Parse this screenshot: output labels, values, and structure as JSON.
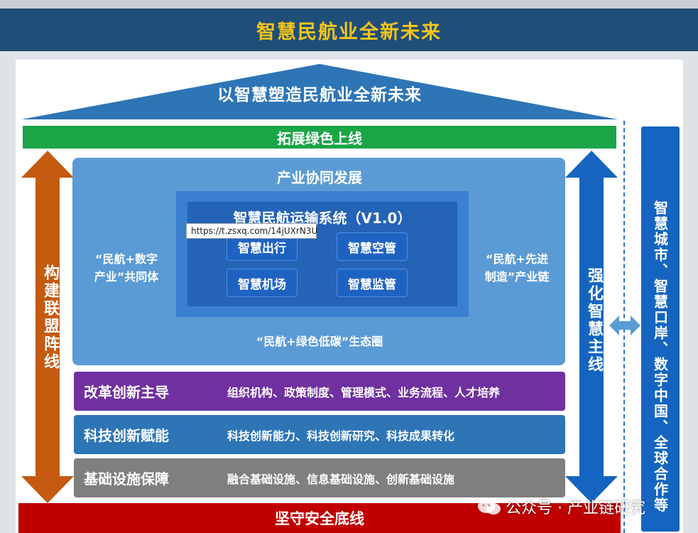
{
  "header": {
    "title": "智慧民航业全新未来"
  },
  "roof": {
    "text": "以智慧塑造民航业全新未来"
  },
  "green_bar": {
    "text": "拓展绿色上线"
  },
  "left_arrow": {
    "text": "构建联盟阵线"
  },
  "right_arrow": {
    "text": "强化智慧主线"
  },
  "cluster": {
    "title": "产业协同发展",
    "left_note": [
      "“民航+数字",
      "产业”共同体"
    ],
    "right_note": [
      "“民航+先进",
      "制造”产业链"
    ],
    "bottom_note": "“民航+绿色低碳”生态圈"
  },
  "system": {
    "title": "智慧民航运输系统（V1.0）",
    "modules": [
      "智慧出行",
      "智慧空管",
      "智慧机场",
      "智慧监管"
    ]
  },
  "rows": [
    {
      "title": "改革创新主导",
      "desc": "组织机构、政策制度、管理模式、业务流程、人才培养",
      "color": "#7030a0"
    },
    {
      "title": "科技创新赋能",
      "desc": "科技创新能力、科技创新研究、科技成果转化",
      "color": "#2e75b6"
    },
    {
      "title": "基础设施保障",
      "desc": "融合基础设施、信息基础设施、创新基础设施",
      "color": "#7f7f7f"
    }
  ],
  "red_bar": {
    "text": "坚守安全底线"
  },
  "right_panel": {
    "text": "智慧城市、智慧口岸、数字中国、全球合作等"
  },
  "tooltip": {
    "url": "https://t.zsxq.com/14jUXrN3U"
  },
  "watermark": {
    "text": "公众号 · 产业链研究"
  },
  "colors": {
    "banner": "#1f4e79",
    "banner_text": "#f5c518",
    "roof": "#2e75b6",
    "green": "#1aa546",
    "red": "#c00000",
    "orange_arrow": "#c55a11",
    "blue_arrow": "#1565c0"
  }
}
